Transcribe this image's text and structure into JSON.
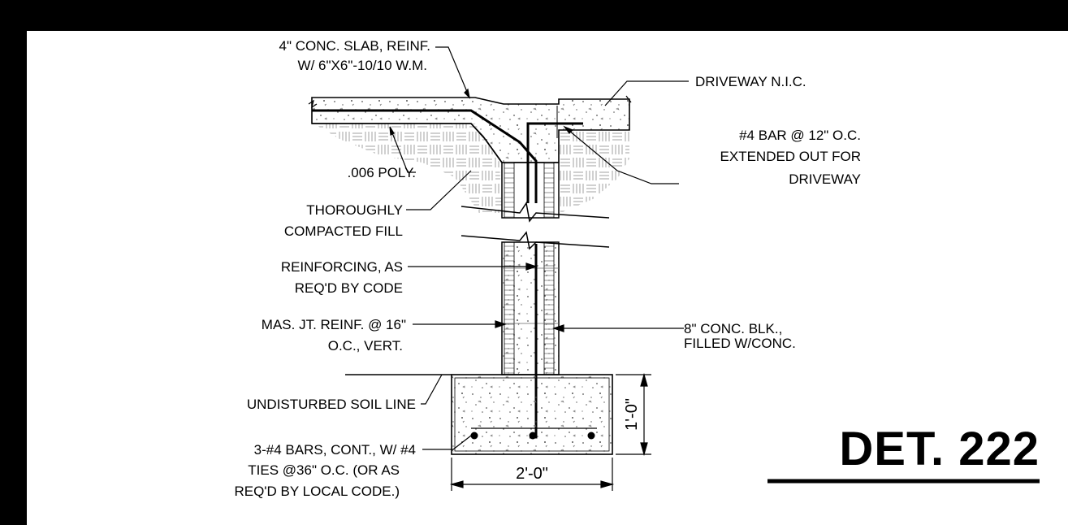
{
  "detail": {
    "title": "DET. 222"
  },
  "labels": {
    "slab_line1": "4\" CONC. SLAB, REINF.",
    "slab_line2": "W/ 6\"X6\"-10/10 W.M.",
    "driveway": "DRIVEWAY N.I.C.",
    "bar_line1": "#4 BAR @ 12\" O.C.",
    "bar_line2": "EXTENDED  OUT FOR",
    "bar_line3": "DRIVEWAY",
    "poly": ".006 POLY.",
    "fill_line1": "THOROUGHLY",
    "fill_line2": "COMPACTED FILL",
    "reinf_line1": "REINFORCING, AS",
    "reinf_line2": "REQ'D BY CODE",
    "masjt_line1": "MAS. JT. REINF. @ 16\"",
    "masjt_line2": "O.C., VERT.",
    "block_line1": "8\" CONC. BLK.,",
    "block_line2": "FILLED W/CONC.",
    "soil": "UNDISTURBED SOIL LINE",
    "bars_line1": "3-#4 BARS, CONT., W/ #4",
    "bars_line2": "TIES @36\" O.C. (OR AS",
    "bars_line3": "REQ'D BY LOCAL CODE.)"
  },
  "dimensions": {
    "footing_width": "2'-0\"",
    "footing_depth": "1'-0\""
  }
}
